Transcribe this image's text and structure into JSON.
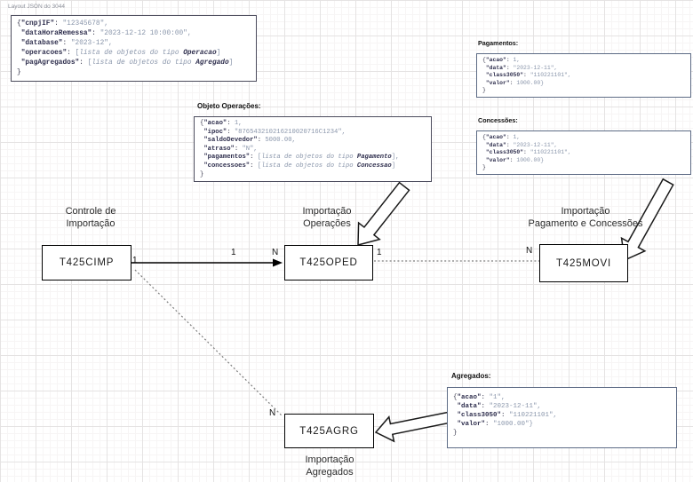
{
  "page_label": "Layout JSON do 3044",
  "colors": {
    "code_key": "#2e2e4d",
    "code_value": "#8a96ab",
    "steel_border": "#5d6b85",
    "dark_border": "#4b4b5c"
  },
  "blocks": {
    "layout": {
      "lines": [
        [
          [
            "p",
            "{"
          ],
          [
            "k",
            "\"cnpjIF\""
          ],
          [
            "p",
            ": "
          ],
          [
            "v",
            "\"12345678\","
          ]
        ],
        [
          [
            "p",
            " "
          ],
          [
            "k",
            "\"dataHoraRemessa\""
          ],
          [
            "p",
            ": "
          ],
          [
            "v",
            "\"2023-12-12 10:00:00\","
          ]
        ],
        [
          [
            "p",
            " "
          ],
          [
            "k",
            "\"database\""
          ],
          [
            "p",
            ": "
          ],
          [
            "v",
            "\"2023-12\","
          ]
        ],
        [
          [
            "p",
            " "
          ],
          [
            "k",
            "\"operacoes\""
          ],
          [
            "p",
            ": "
          ],
          [
            "v",
            "["
          ],
          [
            "i",
            "lista de objetos do tipo "
          ],
          [
            "b",
            "Operacao"
          ],
          [
            "v",
            "]"
          ]
        ],
        [
          [
            "p",
            " "
          ],
          [
            "k",
            "\"pagAgregados\""
          ],
          [
            "p",
            ": "
          ],
          [
            "v",
            "["
          ],
          [
            "i",
            "lista de objetos do tipo "
          ],
          [
            "b",
            "Agregado"
          ],
          [
            "v",
            "]"
          ]
        ],
        [
          [
            "p",
            "}"
          ]
        ]
      ]
    },
    "operacoes": {
      "title": "Objeto Operações:",
      "lines": [
        [
          [
            "p",
            "{"
          ],
          [
            "k",
            "\"acao\""
          ],
          [
            "p",
            ": "
          ],
          [
            "v",
            "1,"
          ]
        ],
        [
          [
            "p",
            " "
          ],
          [
            "k",
            "\"ipoc\""
          ],
          [
            "p",
            ": "
          ],
          [
            "v",
            "\"876543210216210020716C1234\","
          ]
        ],
        [
          [
            "p",
            " "
          ],
          [
            "k",
            "\"saldoDevedor\""
          ],
          [
            "p",
            ": "
          ],
          [
            "v",
            "5000.00,"
          ]
        ],
        [
          [
            "p",
            " "
          ],
          [
            "k",
            "\"atraso\""
          ],
          [
            "p",
            ": "
          ],
          [
            "v",
            "\"N\","
          ]
        ],
        [
          [
            "p",
            " "
          ],
          [
            "k",
            "\"pagamentos\""
          ],
          [
            "p",
            ": "
          ],
          [
            "v",
            "["
          ],
          [
            "i",
            "lista de objetos do tipo "
          ],
          [
            "b",
            "Pagamento"
          ],
          [
            "v",
            "],"
          ]
        ],
        [
          [
            "p",
            " "
          ],
          [
            "k",
            "\"concessoes\""
          ],
          [
            "p",
            ": "
          ],
          [
            "v",
            "["
          ],
          [
            "i",
            "lista de objetos do tipo "
          ],
          [
            "b",
            "Concessao"
          ],
          [
            "v",
            "]"
          ]
        ],
        [
          [
            "p",
            "}"
          ]
        ]
      ]
    },
    "pagamentos": {
      "title": "Pagamentos:",
      "lines": [
        [
          [
            "p",
            "{"
          ],
          [
            "k",
            "\"acao\""
          ],
          [
            "p",
            ": "
          ],
          [
            "v",
            "1,"
          ]
        ],
        [
          [
            "p",
            " "
          ],
          [
            "k",
            "\"data\""
          ],
          [
            "p",
            ": "
          ],
          [
            "v",
            "\"2023-12-11\","
          ]
        ],
        [
          [
            "p",
            " "
          ],
          [
            "k",
            "\"class3050\""
          ],
          [
            "p",
            ": "
          ],
          [
            "v",
            "\"110221101\","
          ]
        ],
        [
          [
            "p",
            " "
          ],
          [
            "k",
            "\"valor\""
          ],
          [
            "p",
            ": "
          ],
          [
            "v",
            "1000.00}"
          ]
        ],
        [
          [
            "p",
            "}"
          ]
        ]
      ]
    },
    "concessoes": {
      "title": "Concessões:",
      "lines": [
        [
          [
            "p",
            "{"
          ],
          [
            "k",
            "\"acao\""
          ],
          [
            "p",
            ": "
          ],
          [
            "v",
            "1,"
          ]
        ],
        [
          [
            "p",
            " "
          ],
          [
            "k",
            "\"data\""
          ],
          [
            "p",
            ": "
          ],
          [
            "v",
            "\"2023-12-11\","
          ]
        ],
        [
          [
            "p",
            " "
          ],
          [
            "k",
            "\"class3050\""
          ],
          [
            "p",
            ": "
          ],
          [
            "v",
            "\"110221101\","
          ]
        ],
        [
          [
            "p",
            " "
          ],
          [
            "k",
            "\"valor\""
          ],
          [
            "p",
            ": "
          ],
          [
            "v",
            "1000.00}"
          ]
        ],
        [
          [
            "p",
            "}"
          ]
        ]
      ]
    },
    "agregados": {
      "title": "Agregados:",
      "lines": [
        [
          [
            "p",
            "{"
          ],
          [
            "k",
            "\"acao\""
          ],
          [
            "p",
            ": "
          ],
          [
            "v",
            "\"1\","
          ]
        ],
        [
          [
            "p",
            " "
          ],
          [
            "k",
            "\"data\""
          ],
          [
            "p",
            ": "
          ],
          [
            "v",
            "\"2023-12-11\","
          ]
        ],
        [
          [
            "p",
            " "
          ],
          [
            "k",
            "\"class3050\""
          ],
          [
            "p",
            ": "
          ],
          [
            "v",
            "\"110221101\","
          ]
        ],
        [
          [
            "p",
            " "
          ],
          [
            "k",
            "\"valor\""
          ],
          [
            "p",
            ": "
          ],
          [
            "v",
            "\"1000.00\"}"
          ]
        ],
        [
          [
            "p",
            "}"
          ]
        ]
      ]
    }
  },
  "entities": {
    "cimp": {
      "name": "T425CIMP",
      "caption1": "Controle de",
      "caption2": "Importação"
    },
    "oped": {
      "name": "T425OPED",
      "caption1": "Importação",
      "caption2": "Operações"
    },
    "movi": {
      "name": "T425MOVI",
      "caption1": "Importação",
      "caption2": "Pagamento e Concessões"
    },
    "agrg": {
      "name": "T425AGRG",
      "caption1": "Importação",
      "caption2": "Agregados"
    }
  },
  "cardinalities": {
    "cimp_out": "1",
    "cimp_oped_one": "1",
    "cimp_oped_n": "N",
    "oped_movi_one": "1",
    "oped_movi_n": "N",
    "cimp_agrg_n": "N"
  }
}
